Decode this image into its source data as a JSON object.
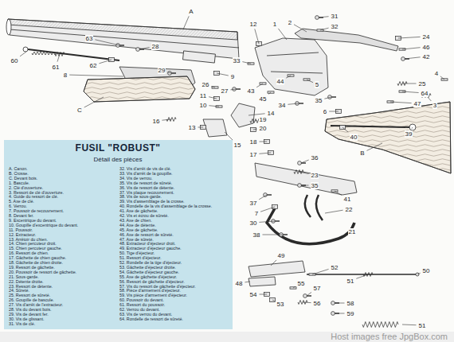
{
  "diagram": {
    "title": "FUSIL \"ROBUST\"",
    "labels": [
      "A",
      "31",
      "32",
      "12",
      "1",
      "2",
      "24",
      "46",
      "42",
      "63",
      "28",
      "60",
      "61",
      "62",
      "8",
      "29",
      "33",
      "9",
      "26",
      "27",
      "43",
      "44",
      "11",
      "10",
      "45",
      "34",
      "5",
      "35",
      "6",
      "25",
      "4",
      "64",
      "47",
      "3",
      "39",
      "40",
      "B",
      "C",
      "16",
      "13",
      "14",
      "15",
      "19",
      "20",
      "18",
      "17",
      "36",
      "23",
      "35",
      "41",
      "37",
      "7",
      "22",
      "30",
      "38",
      "21",
      "49",
      "52",
      "51",
      "50",
      "48",
      "54",
      "55",
      "57",
      "56",
      "53",
      "58",
      "59",
      "51",
      "A. Canon.",
      "B. Crosse.",
      "C. Devant bois.",
      "1. Bascule.",
      "2. Clé d'ouverture.",
      "3. Ressort de clé d'ouverture.",
      "4. Guide du ressort de clé.",
      "5. Axe de clé.",
      "6. Verrou.",
      "7. Poussoir de recouvrement.",
      "8. Devant fer.",
      "9. Excentrique du devant.",
      "10. Goupille d'excentrique du devant.",
      "11. Poussoir.",
      "12. Extracteur.",
      "13. Arrêtoir du chien.",
      "14. Chien percuteur droit.",
      "15. Chien percuteur gauche.",
      "16. Ressort de chien.",
      "17. Gâchette de chien gauche.",
      "18. Gâchette de chien droite.",
      "19. Ressort de gâchette.",
      "20. Poussoir de ressort de gâchette.",
      "21. Sous-garde.",
      "22. Détente droite.",
      "23. Ressort de détente.",
      "24. Sûreté.",
      "25. Ressort de sûreté.",
      "26. Goupille de bascule.",
      "27. Vis d'arrêt de l'extracteur.",
      "28. Vis du devant bois.",
      "29. Vis de devant fer.",
      "30. Vis de glissant.",
      "31. Vis de clé.",
      "32. Vis d'arrêt de vis de clé.",
      "33. Vis d'arrêt de la goupille.",
      "34. Vis de verrou.",
      "35. Vis de ressort de sûreté.",
      "36. Vis de ressort de détente.",
      "37. Vis plaque recouvrement.",
      "38. Vis de sous-garde.",
      "39. Vis d'assemblage de la crosse.",
      "40. Rondelle de la vis d'assemblage de la crosse.",
      "41. Axe de gâchette.",
      "42. Vis et écrou de sûreté.",
      "43. Axe de chien.",
      "44. Axe de détente.",
      "45. Axe de gâchette.",
      "46. Axe de ressort de sûreté.",
      "47. Axe de sûreté.",
      "48. Extracteur d'éjecteur droit.",
      "49. Extracteur d'éjecteur gauche.",
      "50. Tige d'éjecteur.",
      "51. Ressort d'éjecteur.",
      "52. Rondelle de la tige d'éjecteur.",
      "53. Gâchette d'éjecteur droite.",
      "54. Gâchette d'éjecteur gauche.",
      "55. Axe de gâchette d'éjecteur.",
      "56. Ressort de gâchette d'éjecteur.",
      "57. Vis du ressort de gâchette d'éjecteur.",
      "58. Pièce d'armement d'éjecteur.",
      "59. Vis pièce d'armement d'éjecteur.",
      "60. Poussoir du devant.",
      "61. Ressort du poussoir.",
      "62. Verrou du devant.",
      "63. Vis de verrou du devant.",
      "64. Rondelle de ressort de sûreté.",
      "Détail des pièces",
      "Host images free JpgBox.com"
    ]
  }
}
